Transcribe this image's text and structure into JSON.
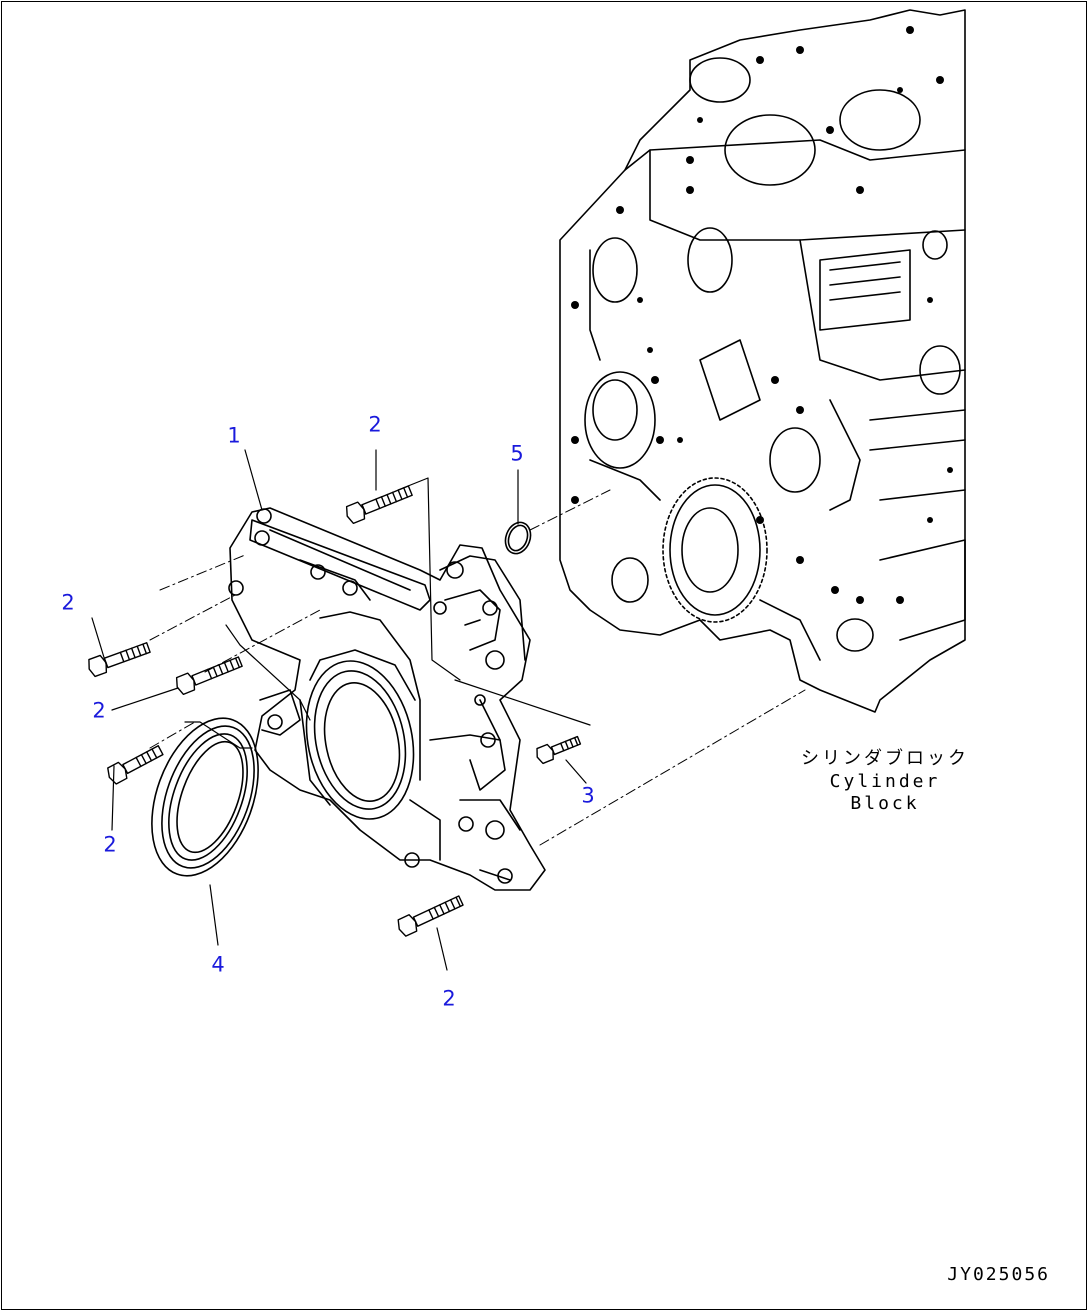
{
  "callouts": [
    {
      "id": "c1",
      "label": "1"
    },
    {
      "id": "c2a",
      "label": "2"
    },
    {
      "id": "c5",
      "label": "5"
    },
    {
      "id": "c2b",
      "label": "2"
    },
    {
      "id": "c2c",
      "label": "2"
    },
    {
      "id": "c3",
      "label": "3"
    },
    {
      "id": "c2d",
      "label": "2"
    },
    {
      "id": "c4",
      "label": "4"
    },
    {
      "id": "c2e",
      "label": "2"
    }
  ],
  "cylinder_block": {
    "label_jp": "シリンダブロック",
    "label_en": "Cylinder Block"
  },
  "drawing_id": "JY025056"
}
